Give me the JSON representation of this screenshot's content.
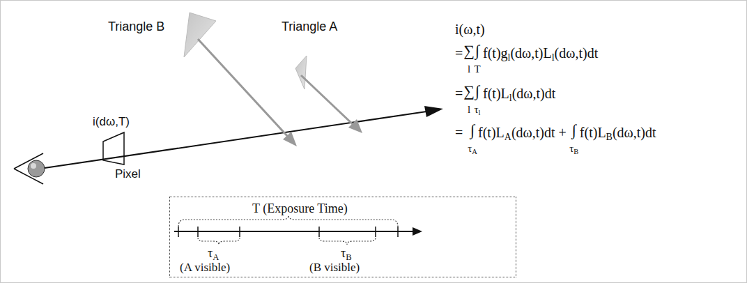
{
  "diagram": {
    "nodes": [
      {
        "text": [
          "i(dω,T)",
          "Pixel"
        ]
      },
      {
        "text": [
          "T (Exposure Time)",
          "τA",
          "(A visible)",
          "τB",
          "(B visible)"
        ]
      }
    ],
    "labels": [
      "Triangle B",
      "Triangle A",
      "i(ω,t)",
      "=",
      "∑",
      "l",
      "∫",
      "T",
      "f(t)gl(dω,t)Ll(dω,t)dt",
      "=",
      "∑",
      "l",
      "∫",
      "τl",
      "f(t)Ll(dω,t)dt",
      "=",
      "∫",
      "τA",
      "f(t)LA(dω,t)dt +",
      "∫",
      "τB",
      "f(t)LB(dω,t)dt"
    ]
  }
}
